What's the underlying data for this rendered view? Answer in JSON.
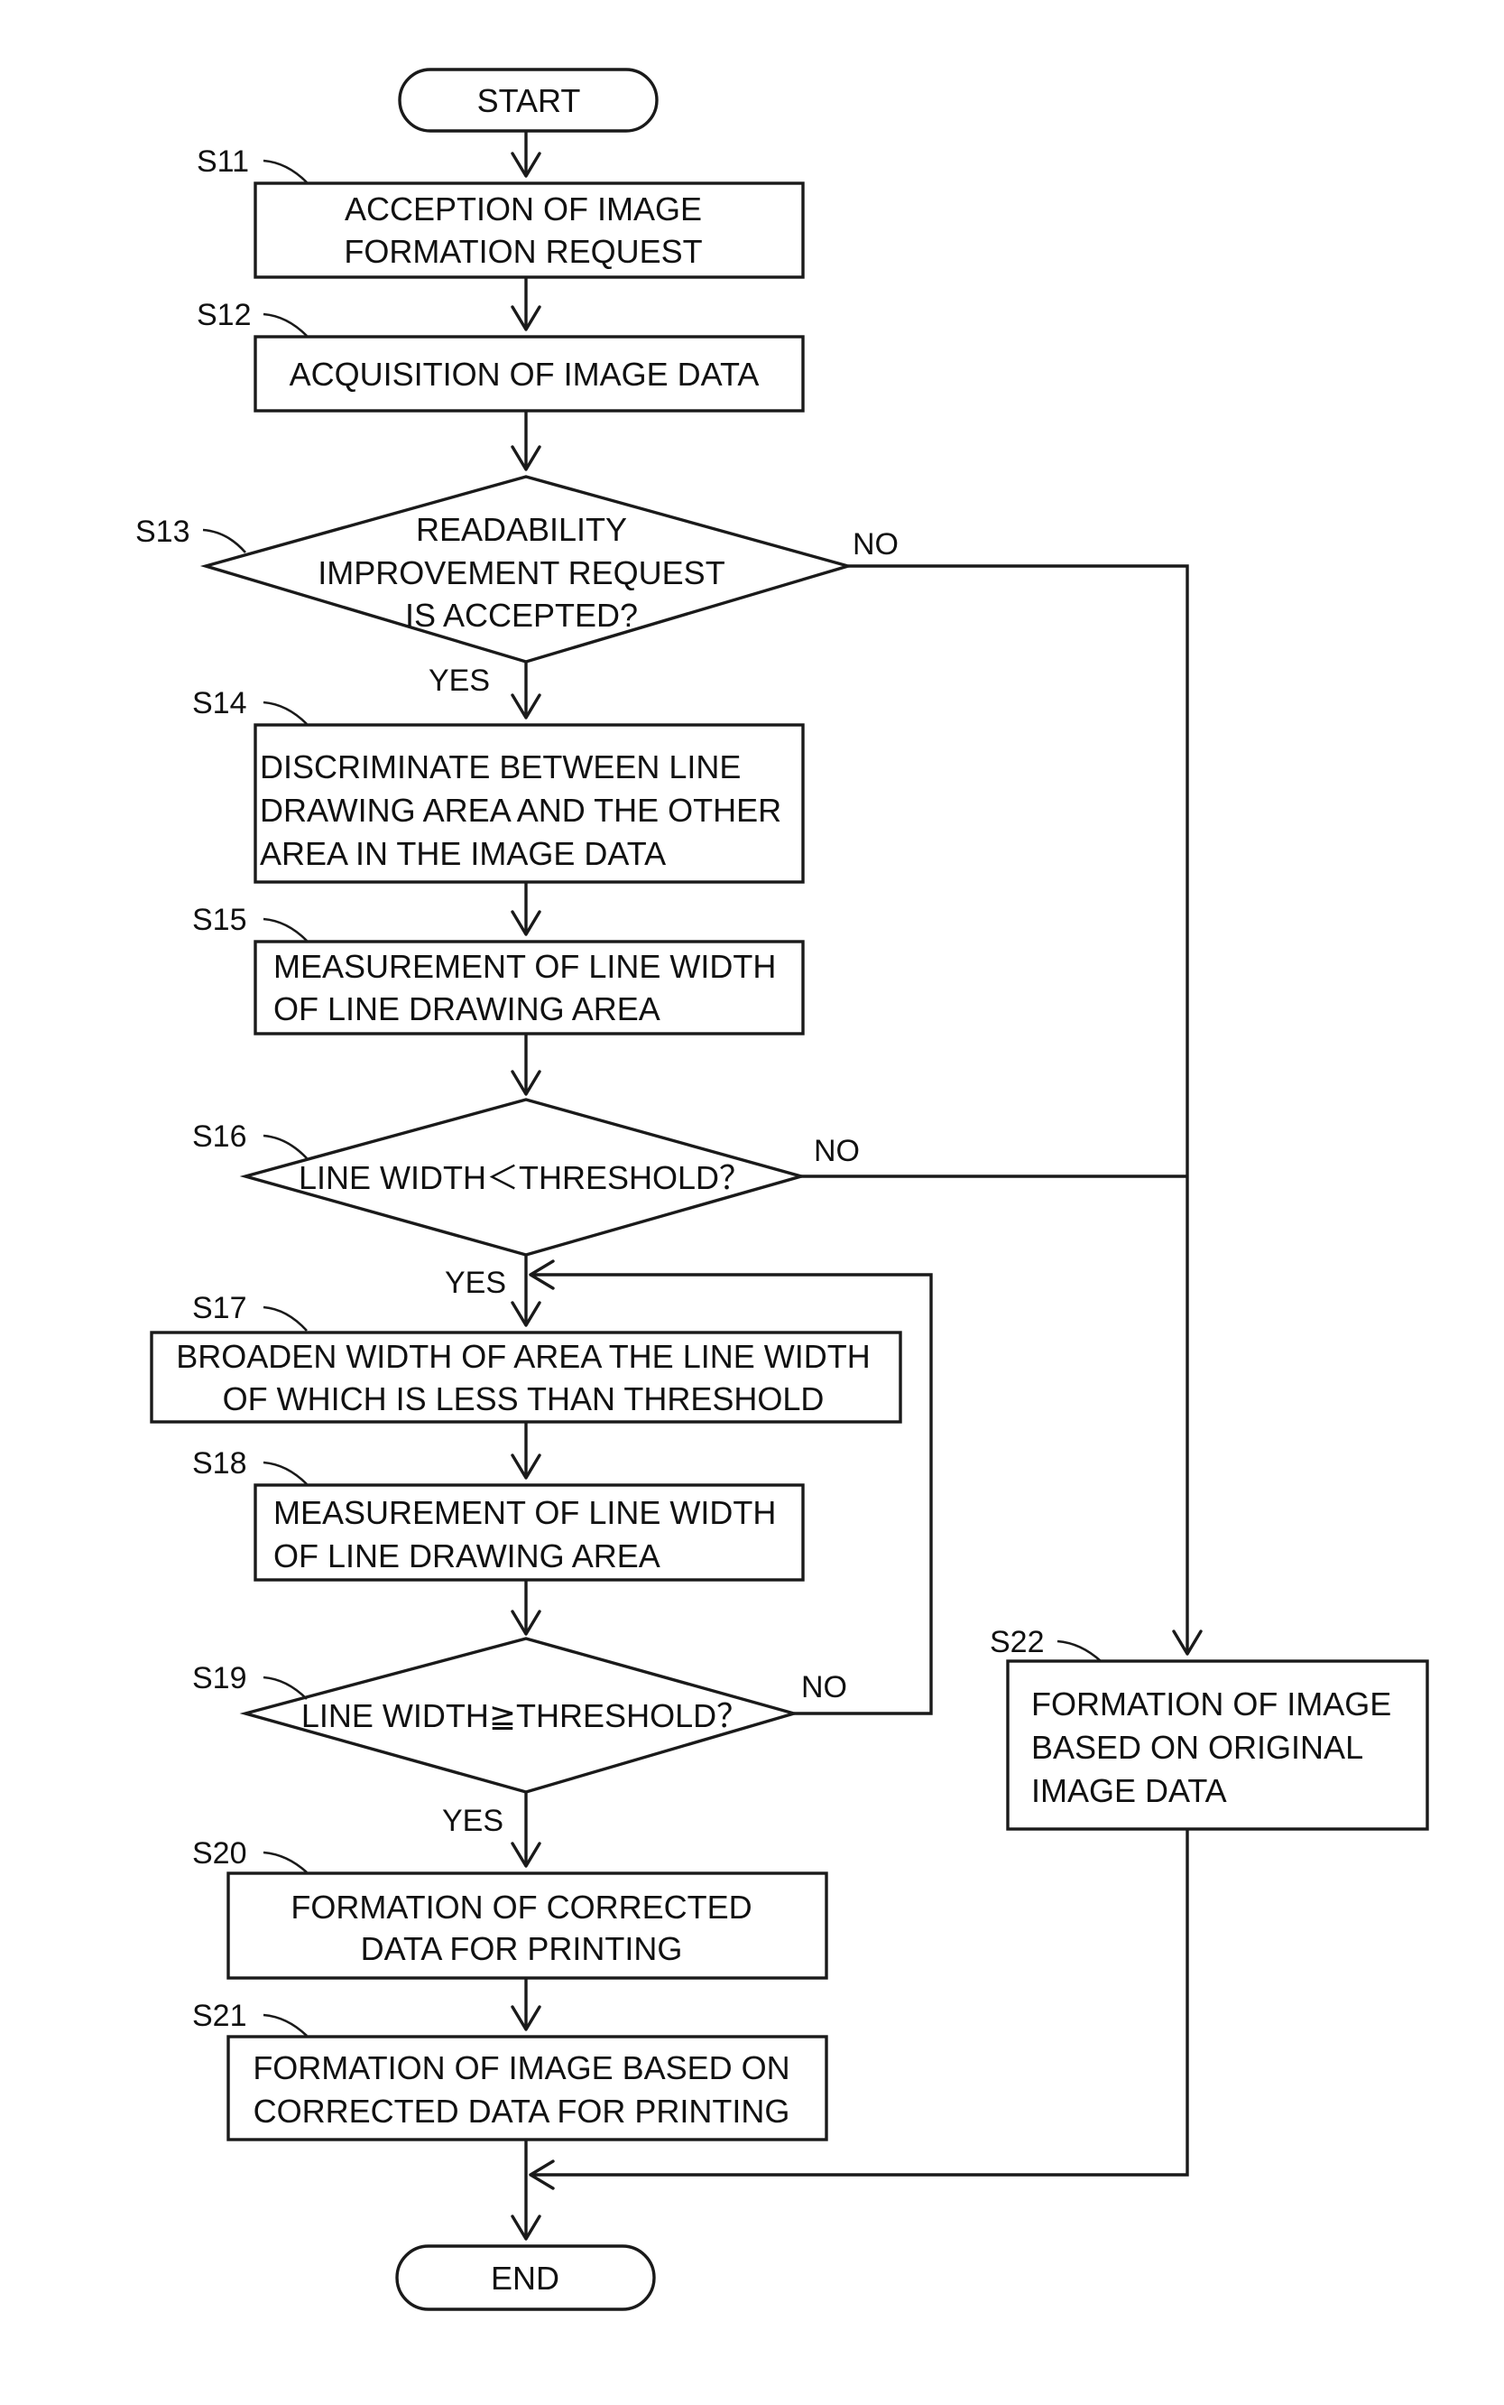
{
  "start": "START",
  "end": "END",
  "branch_yes": "YES",
  "branch_no": "NO",
  "steps": {
    "s11": {
      "id": "S11",
      "lines": [
        "ACCEPTION OF IMAGE",
        "FORMATION REQUEST"
      ]
    },
    "s12": {
      "id": "S12",
      "lines": [
        "ACQUISITION OF IMAGE DATA"
      ]
    },
    "s13": {
      "id": "S13",
      "lines": [
        "READABILITY",
        "IMPROVEMENT REQUEST",
        "IS ACCEPTED?"
      ]
    },
    "s14": {
      "id": "S14",
      "lines": [
        "DISCRIMINATE BETWEEN LINE",
        "DRAWING AREA AND THE OTHER",
        "AREA  IN THE IMAGE DATA"
      ]
    },
    "s15": {
      "id": "S15",
      "lines": [
        "MEASUREMENT OF LINE WIDTH",
        "OF LINE DRAWING AREA"
      ]
    },
    "s16": {
      "id": "S16",
      "lines": [
        "LINE WIDTH＜THRESHOLD？"
      ]
    },
    "s17": {
      "id": "S17",
      "lines": [
        "BROADEN WIDTH OF AREA THE LINE WIDTH",
        "OF WHICH IS LESS THAN THRESHOLD"
      ]
    },
    "s18": {
      "id": "S18",
      "lines": [
        "MEASUREMENT OF LINE WIDTH",
        "OF LINE DRAWING AREA"
      ]
    },
    "s19": {
      "id": "S19",
      "lines": [
        "LINE WIDTH≧THRESHOLD？"
      ]
    },
    "s20": {
      "id": "S20",
      "lines": [
        "FORMATION OF CORRECTED",
        "DATA FOR PRINTING"
      ]
    },
    "s21": {
      "id": "S21",
      "lines": [
        "FORMATION OF IMAGE BASED ON",
        "CORRECTED DATA FOR PRINTING"
      ]
    },
    "s22": {
      "id": "S22",
      "lines": [
        "FORMATION OF IMAGE",
        "BASED ON ORIGINAL",
        "IMAGE DATA"
      ]
    }
  }
}
